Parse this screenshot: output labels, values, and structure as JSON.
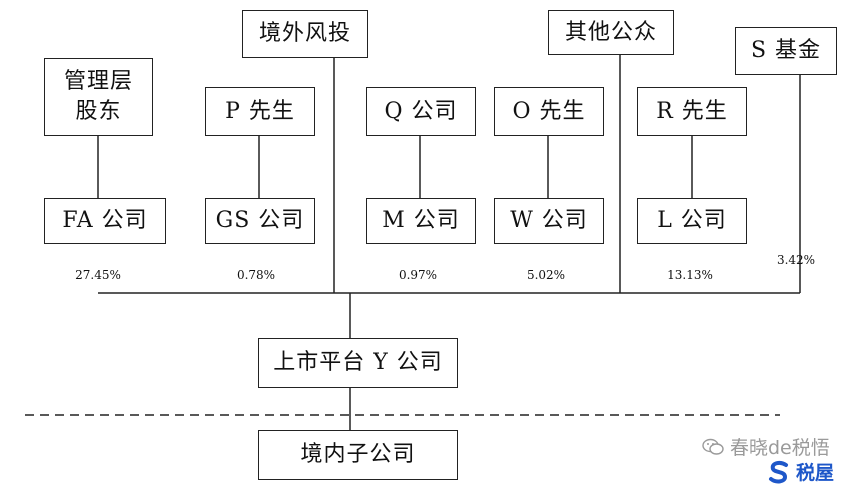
{
  "top_entities": {
    "management": "管理层股东",
    "p_person": "P 先生",
    "foreign_vc": "境外风投",
    "q_company": "Q 公司",
    "o_person": "O 先生",
    "public": "其他公众",
    "r_person": "R 先生",
    "s_fund": "S 基金"
  },
  "holding_companies": {
    "fa": "FA 公司",
    "gs": "GS 公司",
    "m": "M 公司",
    "w": "W 公司",
    "l": "L 公司"
  },
  "percentages": {
    "fa": "27.45%",
    "gs": "0.78%",
    "m": "0.97%",
    "w": "5.02%",
    "l": "13.13%",
    "s": "3.42%"
  },
  "listed_company": "上市平台 Y 公司",
  "domestic_sub": "境内子公司",
  "watermark": {
    "account": "春晓de税悟",
    "brand": "税屋"
  }
}
